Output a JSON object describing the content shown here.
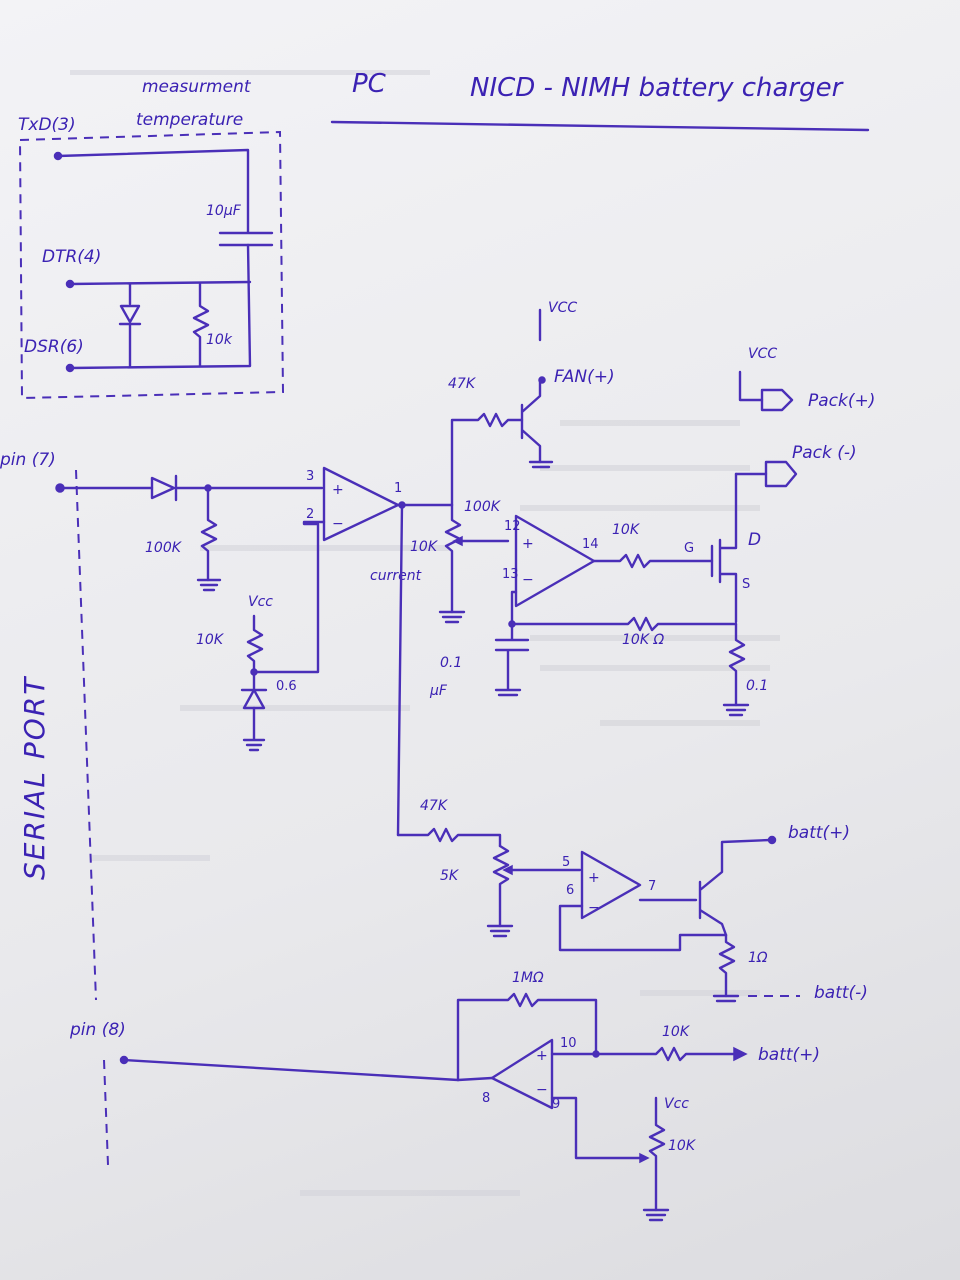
{
  "title": {
    "left": "PC",
    "right": "NICD - NIMH battery charger"
  },
  "temperature_block": {
    "label_line1": "measurment",
    "label_line2": "temperature",
    "txd": "TxD(3)",
    "dtr": "DTR(4)",
    "dsr": "DSR(6)",
    "cap": "10µF",
    "res": "10k"
  },
  "side_label": "SERIAL PORT",
  "inputs": {
    "pin7": "pin (7)",
    "pin8": "pin (8)"
  },
  "current_stage": {
    "r_pulldown": "100K",
    "vcc": "Vcc",
    "r_ref": "10K",
    "v_ref": "0.6",
    "pin3": "3",
    "pin2": "2",
    "pin1": "1",
    "node": "current",
    "pot_top": "100K",
    "pot": "10K"
  },
  "fan_stage": {
    "vcc": "VCC",
    "r_base": "47K",
    "fan": "FAN(+)"
  },
  "mosfet_stage": {
    "pin12": "12",
    "pin13": "13",
    "pin14": "14",
    "r_gate": "10K",
    "gate": "G",
    "drain": "D",
    "source": "S",
    "r_fb": "10K Ω",
    "cap_value": "0.1",
    "cap_unit": "µF",
    "r_sense": "0.1",
    "vcc": "VCC",
    "pack_pos": "Pack(+)",
    "pack_neg": "Pack (-)"
  },
  "batt_stage": {
    "r_in": "47K",
    "pot": "5K",
    "pin5": "5",
    "pin6": "6",
    "pin7": "7",
    "r_e": "1Ω",
    "batt_pos": "batt(+)",
    "batt_neg": "batt(-)"
  },
  "output_stage": {
    "r_fb": "1MΩ",
    "pin10": "10",
    "pin8": "8",
    "pin9": "9",
    "r_out": "10K",
    "batt_pos": "batt(+)",
    "vcc": "Vcc",
    "pot": "10K"
  },
  "ink_color": "#4a2fb8"
}
